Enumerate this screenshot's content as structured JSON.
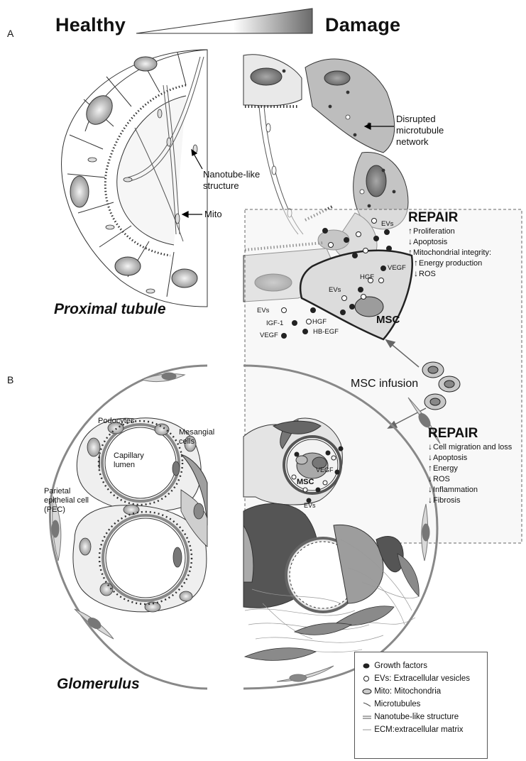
{
  "panel_a": {
    "letter": "A",
    "healthy_heading": "Healthy",
    "damage_heading": "Damage",
    "region_title": "Proximal tubule",
    "labels": {
      "nanotube": "Nanotube-like\nstructure",
      "mito": "Mito",
      "disrupted": "Disrupted\nmicrotubule\nnetwork"
    },
    "repair": {
      "title": "REPAIR",
      "items": [
        {
          "dir": "up",
          "text": "Proliferation"
        },
        {
          "dir": "down",
          "text": "Apoptosis"
        },
        {
          "dir": "up",
          "text": "Mitochondrial integrity:"
        },
        {
          "dir": "up",
          "text": "Energy production",
          "indent": true
        },
        {
          "dir": "down",
          "text": "ROS",
          "indent": true
        }
      ]
    },
    "factors": {
      "evs_top": "EVs",
      "vegf_1": "VEGF",
      "hgf_1": "HGF",
      "evs_mid": "EVs",
      "msc": "MSC",
      "evs_left": "EVs",
      "igf1": "IGF-1",
      "hgf_2": "HGF",
      "hbegf": "HB-EGF",
      "vegf_2": "VEGF"
    }
  },
  "infusion_label": "MSC infusion",
  "panel_b": {
    "letter": "B",
    "region_title": "Glomerulus",
    "labels": {
      "podocytes": "Podocytes",
      "mesangial": "Mesangial\ncells",
      "capillary": "Capillary\nlumen",
      "pec": "Parietal\nepithelial cell\n(PEC)",
      "msc": "MSC",
      "vegf": "VEGF",
      "evs": "EVs"
    },
    "repair": {
      "title": "REPAIR",
      "items": [
        {
          "dir": "down",
          "text": "Cell migration and loss"
        },
        {
          "dir": "down",
          "text": "Apoptosis"
        },
        {
          "dir": "up",
          "text": "Energy"
        },
        {
          "dir": "down",
          "text": "ROS"
        },
        {
          "dir": "down",
          "text": "Inflammation"
        },
        {
          "dir": "down",
          "text": "Fibrosis"
        }
      ]
    }
  },
  "legend": [
    {
      "icon": "filled-dot-icon",
      "text": "Growth factors"
    },
    {
      "icon": "open-dot-icon",
      "text": "EVs: Extracellular vesicles"
    },
    {
      "icon": "mitochondrion-icon",
      "text": "Mito: Mitochondria"
    },
    {
      "icon": "microtubule-icon",
      "text": "Microtubules"
    },
    {
      "icon": "nanotube-icon",
      "text": "Nanotube-like structure"
    },
    {
      "icon": "ecm-icon",
      "text": "ECM:extracellular matrix"
    }
  ]
}
